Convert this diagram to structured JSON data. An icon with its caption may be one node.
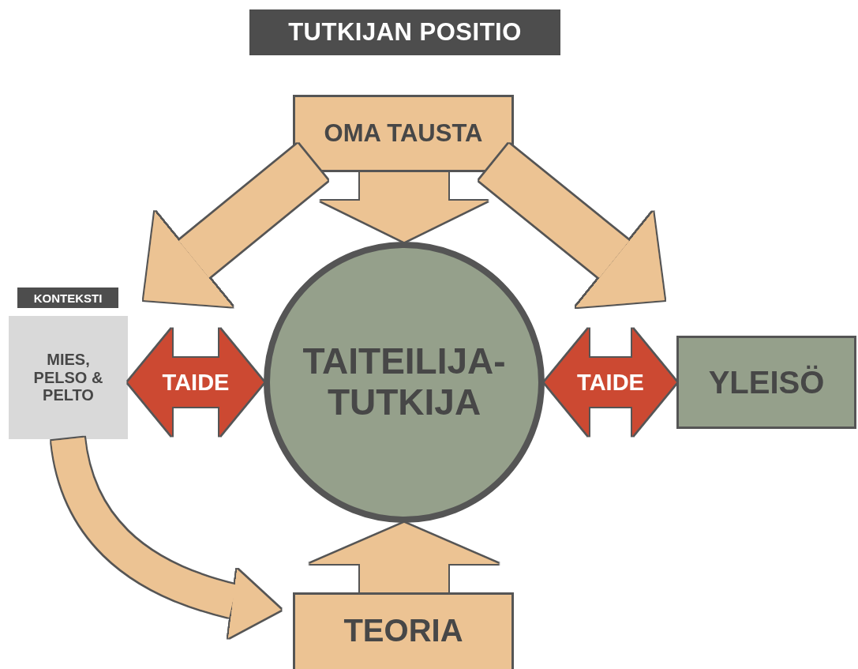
{
  "diagram": {
    "title": "TUTKIJAN POSITIO",
    "nodes": [
      {
        "text": [
          "OMA TAUSTA"
        ]
      },
      {
        "text": [
          "KONTEKSTI",
          "MIES, PELSO & PELTO"
        ]
      },
      {
        "text": [
          "TAITEILIJA- TUTKIJA"
        ]
      },
      {
        "text": [
          "YLEISÖ"
        ]
      },
      {
        "text": [
          "TEORIA"
        ]
      }
    ],
    "edges": [
      {
        "from": 0,
        "to": 2,
        "arrow": "to"
      },
      {
        "from": 0,
        "to": 1,
        "arrow": "to"
      },
      {
        "from": 0,
        "to": 3,
        "arrow": "to"
      },
      {
        "from": 1,
        "to": 2,
        "arrow": "both",
        "label": "TAIDE",
        "color": "#cc4a31"
      },
      {
        "from": 2,
        "to": 3,
        "arrow": "both",
        "label": "TAIDE",
        "color": "#cc4a31"
      },
      {
        "from": 1,
        "to": 4,
        "arrow": "to"
      },
      {
        "from": 4,
        "to": 2,
        "arrow": "to"
      }
    ]
  }
}
